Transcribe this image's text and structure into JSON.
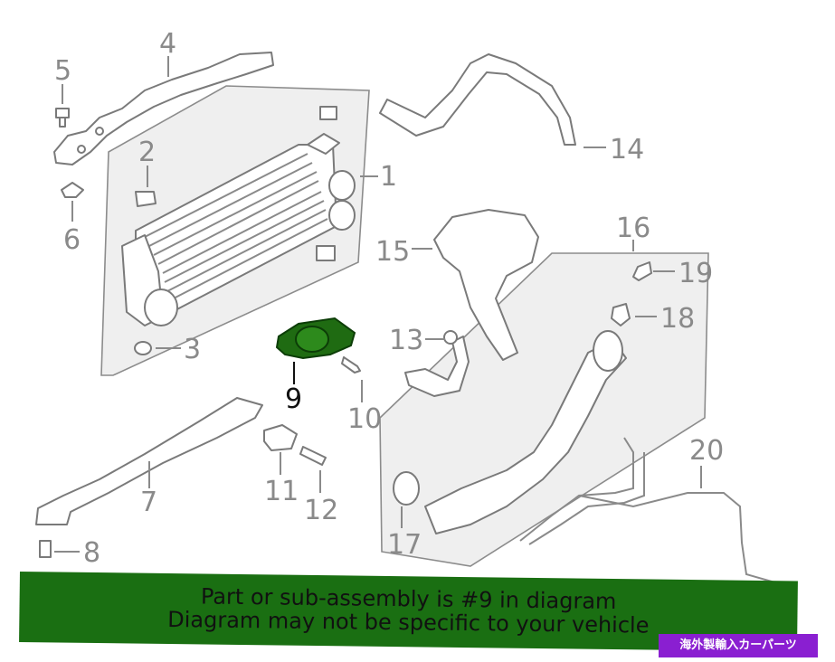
{
  "callouts": {
    "c1": "1",
    "c2": "2",
    "c3": "3",
    "c4": "4",
    "c5": "5",
    "c6": "6",
    "c7": "7",
    "c8": "8",
    "c9": "9",
    "c10": "10",
    "c11": "11",
    "c12": "12",
    "c13": "13",
    "c14": "14",
    "c15": "15",
    "c16": "16",
    "c17": "17",
    "c18": "18",
    "c19": "19",
    "c20": "20"
  },
  "highlighted_part": "9",
  "colors": {
    "highlight_part": "#1f6b12",
    "banner_bg": "#1a6f12",
    "brand_bg": "#8a1fd1",
    "line_gray": "#8a8a8a"
  },
  "banner": {
    "line1": "Part or sub-assembly is #9 in diagram",
    "line2": "Diagram may not be specific to your vehicle"
  },
  "brand": {
    "text": "海外製輸入カーパーツ"
  }
}
